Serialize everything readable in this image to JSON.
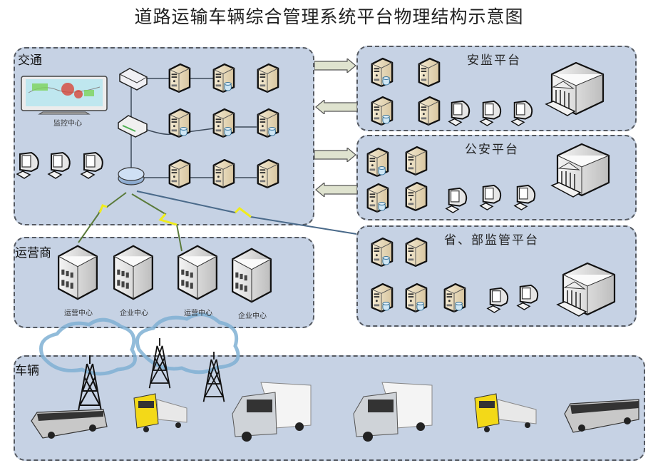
{
  "title": "道路运输车辆综合管理系统平台物理结构示意图",
  "zones": {
    "traffic": {
      "label": "交通",
      "monitor_caption": "监控中心"
    },
    "operators": {
      "label": "运营商",
      "buildings": [
        {
          "caption": "运营中心"
        },
        {
          "caption": "企业中心"
        },
        {
          "caption": "运营中心"
        },
        {
          "caption": "企业中心"
        }
      ]
    },
    "vehicles": {
      "label": "车辆",
      "items": [
        "bus",
        "tanker-truck",
        "box-truck",
        "box-truck",
        "tanker-truck",
        "bus"
      ]
    },
    "platforms": [
      {
        "label": "安监平台"
      },
      {
        "label": "公安平台"
      },
      {
        "label": "省、部监管平台"
      }
    ]
  },
  "colors": {
    "zone_fill": "#c6d2e4",
    "zone_border": "#555a62",
    "arrow_fill": "#dfe3cf",
    "lightning": "#f0ec1c",
    "cloud": "#7fb0d3",
    "server": "#e9dcbf"
  }
}
